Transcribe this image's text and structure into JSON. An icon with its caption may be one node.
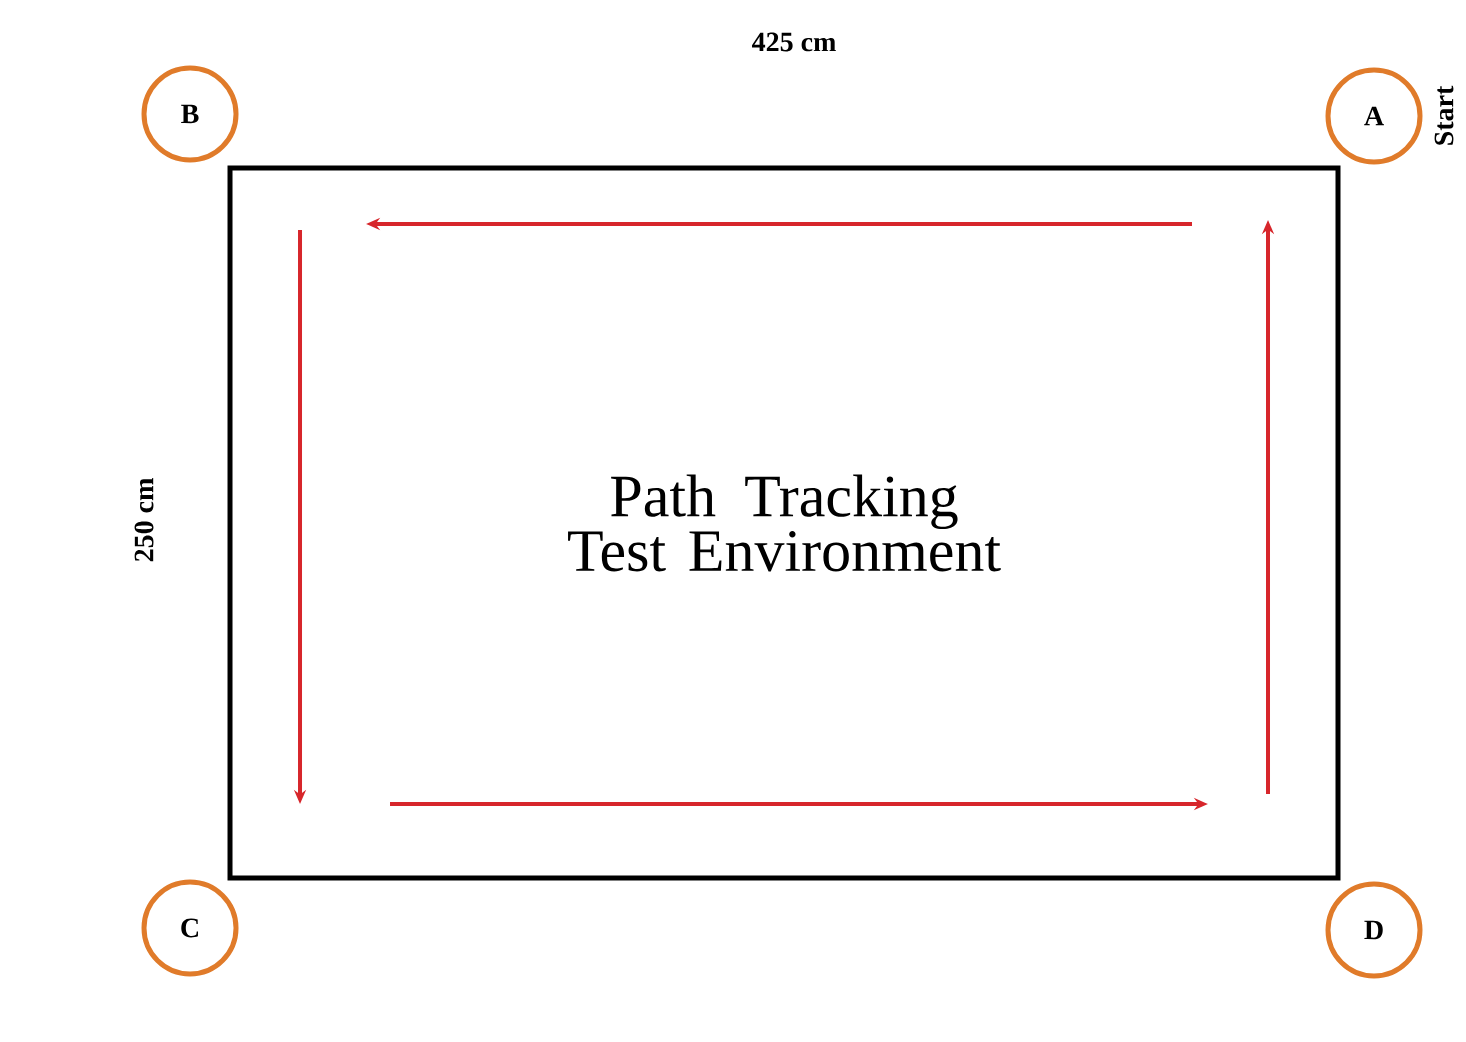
{
  "diagram": {
    "nodes": [
      {
        "text": [
          "Path Tracking Test Environment"
        ]
      },
      {
        "text": [
          "A"
        ],
        "beside": [
          "Start"
        ]
      },
      {
        "text": [
          "B"
        ]
      },
      {
        "text": [
          "C"
        ]
      },
      {
        "text": [
          "D"
        ]
      }
    ],
    "labels": [
      "425 cm",
      "250 cm"
    ]
  }
}
